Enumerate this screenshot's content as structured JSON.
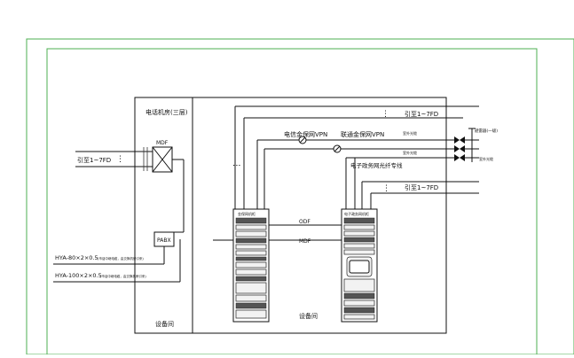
{
  "labels": {
    "telecom_room": "电话机房(三层)",
    "mdf_left": "MDF",
    "pabx": "PABX",
    "lead_left": "引至1~7FD",
    "lead_top": "引至1~7FD",
    "lead_mid": "引至1~7FD",
    "cable_1_main": "HYA-80×2×0.5",
    "cable_1_note": "(市话中继电缆，由交换机房引来)",
    "cable_2_main": "HYA-100×2×0.5",
    "cable_2_note": "(市话中继电缆，由交换机房引来)",
    "telecom_vpn": "电信金保网VPN",
    "unicom_vpn": "联通金保网VPN",
    "egov_fiber": "电子政务网光纤专线",
    "surge_protector": "避雷器(一级)",
    "outdoor_light_1": "室外光缆",
    "outdoor_light_2": "室外光缆",
    "odf": "ODF",
    "mdf_mid": "MDF",
    "rack_left_title": "金保网机柜",
    "rack_right_title": "电子政务网机柜",
    "equip_left": "设备间",
    "equip_mid": "设备间",
    "dots": "⋮"
  },
  "colors": {
    "frame": "#4caf50",
    "line": "#111111"
  }
}
